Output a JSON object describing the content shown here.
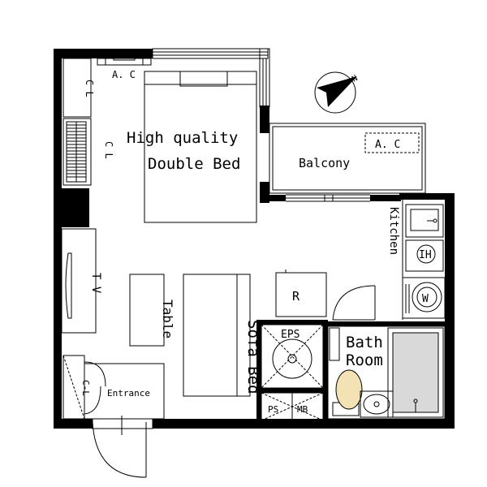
{
  "floorplan": {
    "labels": {
      "ac_bedroom": "A. C",
      "closet_top": "C L",
      "closet_mid": "C L",
      "bed_line1": "High quality",
      "bed_line2": "Double Bed",
      "balcony": "Balcony",
      "ac_balcony": "A. C",
      "kitchen": "Kitchen",
      "ih": "IH",
      "washer": "W",
      "tv": "T V",
      "table": "Table",
      "sofa_bed": "Sofa Bed",
      "fridge": "R",
      "eps": "EPS",
      "bath_line1": "Bath",
      "bath_line2": "Room",
      "ps": "PS",
      "mb": "MB",
      "closet_entrance": "C-L",
      "entrance": "Entrance"
    },
    "icons": {
      "north": "north-arrow-icon"
    },
    "colors": {
      "wall": "#000000",
      "toilet": "#f3e2b3",
      "bathtub": "#d9d9d9"
    }
  }
}
